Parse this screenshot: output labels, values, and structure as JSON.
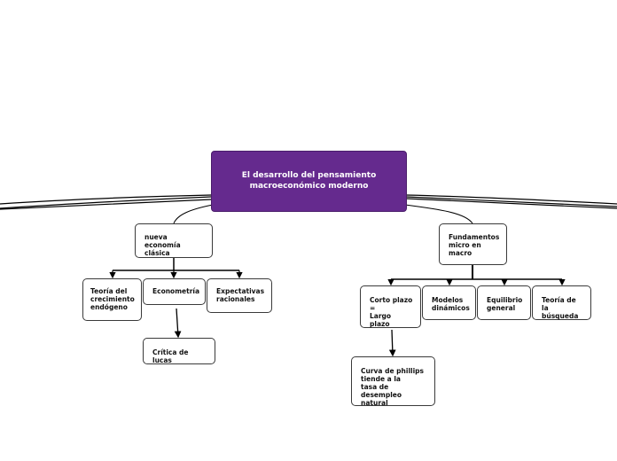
{
  "colors": {
    "root_fill": "#652a8e",
    "line": "#000000",
    "node_border": "#3a3a3a"
  },
  "root": {
    "title": "El desarrollo del pensamiento\nmacroeconómico moderno"
  },
  "branches": {
    "nueva_economia": {
      "label": "nueva economía\nclásica",
      "children": {
        "teoria_crecimiento": "Teoría del\ncrecimiento\nendógeno",
        "econometria": "Econometría",
        "expectativas": "Expectativas\nracionales"
      },
      "econometria_child": "Crítica de lucas"
    },
    "fundamentos": {
      "label": "Fundamentos\nmicro en\nmacro",
      "children": {
        "corto_plazo": "Corto plazo\n=\nLargo plazo",
        "modelos": "Modelos\ndinámicos",
        "equilibrio": "Equilibrio\ngeneral",
        "busqueda": "Teoría de la\nbúsqueda"
      },
      "corto_plazo_child": "Curva de phillips\ntiende a la\ntasa de desempleo\nnatural"
    }
  }
}
